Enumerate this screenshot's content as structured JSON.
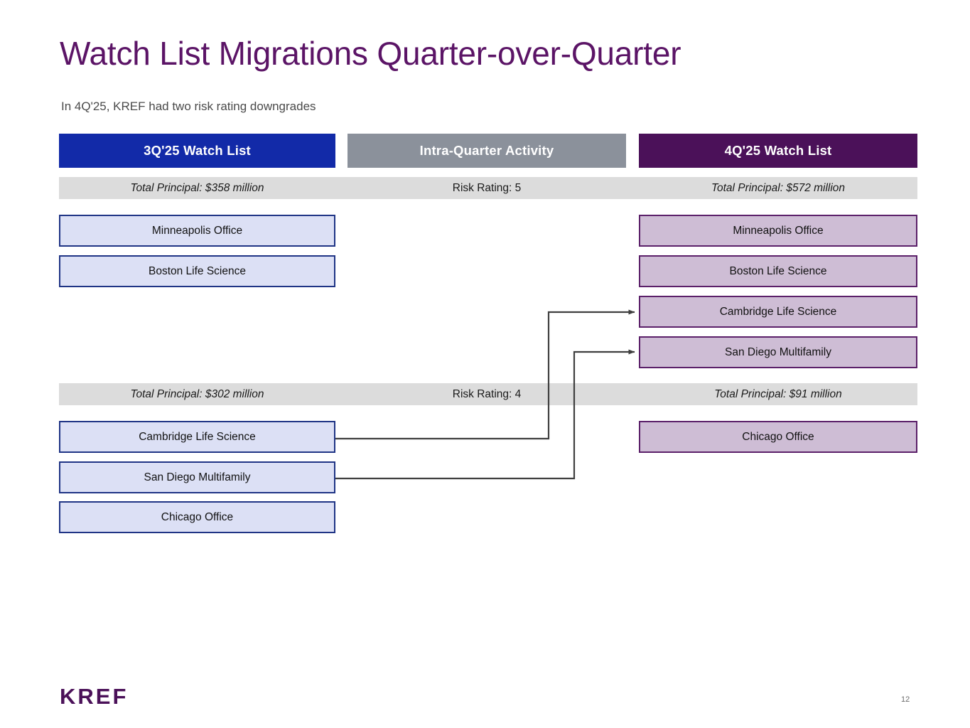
{
  "slide": {
    "title": "Watch List Migrations Quarter-over-Quarter",
    "subtitle": "In 4Q'25, KREF had two risk rating downgrades",
    "logo": "KREF",
    "page_number": "12"
  },
  "colors": {
    "title_purple": "#5b1466",
    "header_blue": "#122AA8",
    "header_gray": "#8B919B",
    "header_purple": "#4B1159",
    "band_gray": "#DCDCDC",
    "box_left_fill": "#DCE0F5",
    "box_left_border": "#1F3485",
    "box_right_fill": "#CEBDD5",
    "box_right_border": "#5B2069",
    "connector": "#3F3F3F"
  },
  "headers": {
    "left": "3Q'25 Watch List",
    "middle": "Intra-Quarter Activity",
    "right": "4Q'25 Watch List"
  },
  "sections": [
    {
      "id": "risk-rating-5",
      "band": {
        "left": "Total Principal: $358 million",
        "middle": "Risk Rating: 5",
        "right": "Total Principal: $572 million"
      },
      "left_items": [
        "Minneapolis Office",
        "Boston Life Science"
      ],
      "right_items": [
        "Minneapolis Office",
        "Boston Life Science",
        "Cambridge Life Science",
        "San Diego Multifamily"
      ]
    },
    {
      "id": "risk-rating-4",
      "band": {
        "left": "Total Principal: $302 million",
        "middle": "Risk Rating: 4",
        "right": "Total Principal: $91 million"
      },
      "left_items": [
        "Cambridge Life Science",
        "San Diego Multifamily",
        "Chicago Office"
      ],
      "right_items": [
        "Chicago Office"
      ]
    }
  ],
  "migrations": [
    {
      "from": "Cambridge Life Science",
      "to": "Cambridge Life Science",
      "direction": "downgrade"
    },
    {
      "from": "San Diego Multifamily",
      "to": "San Diego Multifamily",
      "direction": "downgrade"
    }
  ]
}
